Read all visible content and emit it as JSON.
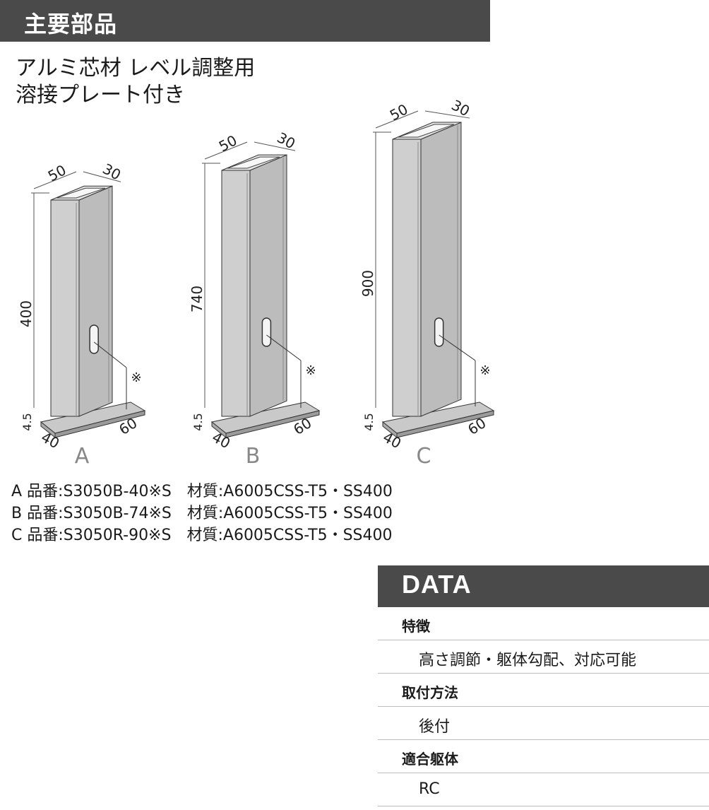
{
  "header": {
    "title": "主要部品"
  },
  "subtitle": {
    "line1": "アルミ芯材 レベル調整用",
    "line2": "溶接プレート付き"
  },
  "figure": {
    "common": {
      "width": "50",
      "depth": "30",
      "plate_w": "40",
      "plate_d": "60",
      "plate_t": "4.5",
      "mark": "※"
    },
    "posts": [
      {
        "label": "A",
        "height": "400"
      },
      {
        "label": "B",
        "height": "740"
      },
      {
        "label": "C",
        "height": "900"
      }
    ]
  },
  "specs": [
    {
      "prefix": "A 品番:",
      "part": "S3050B-40※S",
      "mat_label": "材質:",
      "material": "A6005CSS-T5・SS400"
    },
    {
      "prefix": "B 品番:",
      "part": "S3050B-74※S",
      "mat_label": "材質:",
      "material": "A6005CSS-T5・SS400"
    },
    {
      "prefix": "C 品番:",
      "part": "S3050R-90※S",
      "mat_label": "材質:",
      "material": "A6005CSS-T5・SS400"
    }
  ],
  "data": {
    "title": "DATA",
    "rows": [
      {
        "label": "特徴",
        "value": "高さ調節・躯体勾配、対応可能"
      },
      {
        "label": "取付方法",
        "value": "後付"
      },
      {
        "label": "適合躯体",
        "value": "RC"
      }
    ]
  }
}
